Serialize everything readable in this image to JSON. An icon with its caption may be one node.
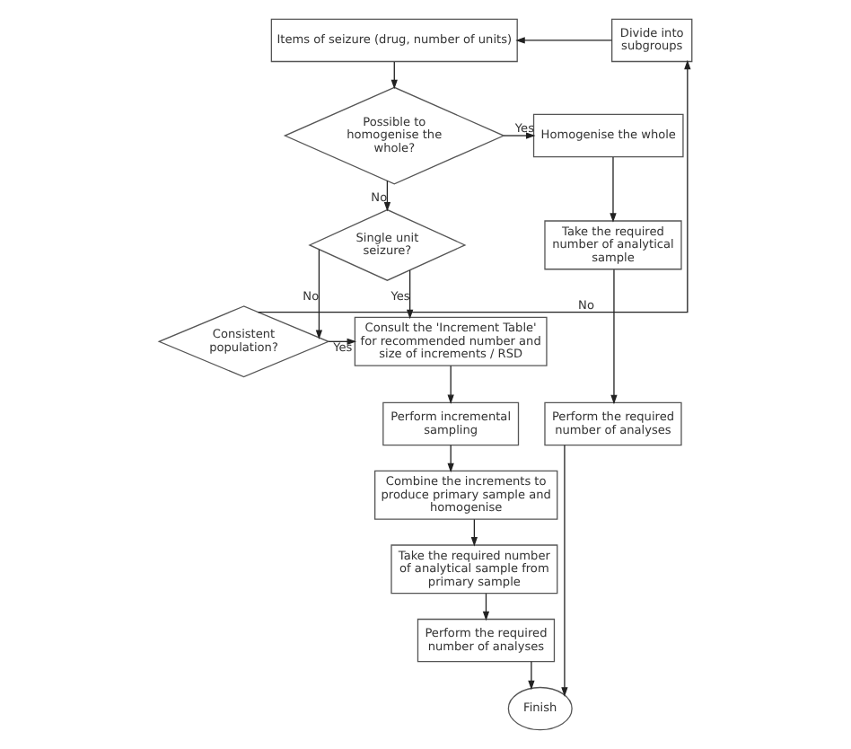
{
  "diagram": {
    "nodes": [
      {
        "text": [
          "Items of seizure (drug, number of units)"
        ]
      },
      {
        "text": [
          "Possible to homogenise the whole?"
        ]
      },
      {
        "text": [
          "Divide into subgroups"
        ]
      },
      {
        "text": [
          "Homogenise the whole"
        ]
      },
      {
        "text": [
          "Single unit seizure?"
        ]
      },
      {
        "text": [
          "Take the required number of analytical sample"
        ]
      },
      {
        "text": [
          "Perform the required number of analyses"
        ]
      },
      {
        "text": [
          "Consistent population?"
        ]
      },
      {
        "text": [
          "Consult the 'Increment Table' for recommended number and size of increments / RSD"
        ]
      },
      {
        "text": [
          "Perform incremental sampling"
        ]
      },
      {
        "text": [
          "Combine the increments to produce primary sample and homogenise"
        ]
      },
      {
        "text": [
          "Take the required number of analytical sample from primary sample"
        ]
      },
      {
        "text": [
          "Perform the required number of analyses"
        ]
      },
      {
        "text": [
          "Finish"
        ]
      }
    ],
    "edges": [
      {
        "from": 0,
        "to": 1,
        "arrow": "to"
      },
      {
        "from": 1,
        "to": 3,
        "arrow": "to",
        "label": "Yes"
      },
      {
        "from": 1,
        "to": 4,
        "arrow": "to",
        "label": "No"
      },
      {
        "from": 3,
        "to": 5,
        "arrow": "to"
      },
      {
        "from": 5,
        "to": 6,
        "arrow": "to"
      },
      {
        "from": 6,
        "to": 13,
        "arrow": "to"
      },
      {
        "from": 4,
        "to": 8,
        "arrow": "to",
        "label": "Yes"
      },
      {
        "from": 4,
        "to": 7,
        "arrow": "to",
        "label": "No"
      },
      {
        "from": 7,
        "to": 8,
        "arrow": "to",
        "label": "Yes"
      },
      {
        "from": 7,
        "to": 2,
        "arrow": "to",
        "label": "No"
      },
      {
        "from": 2,
        "to": 0,
        "arrow": "to"
      },
      {
        "from": 8,
        "to": 9,
        "arrow": "to"
      },
      {
        "from": 9,
        "to": 10,
        "arrow": "to"
      },
      {
        "from": 10,
        "to": 11,
        "arrow": "to"
      },
      {
        "from": 11,
        "to": 12,
        "arrow": "to"
      },
      {
        "from": 12,
        "to": 13,
        "arrow": "to"
      }
    ]
  }
}
